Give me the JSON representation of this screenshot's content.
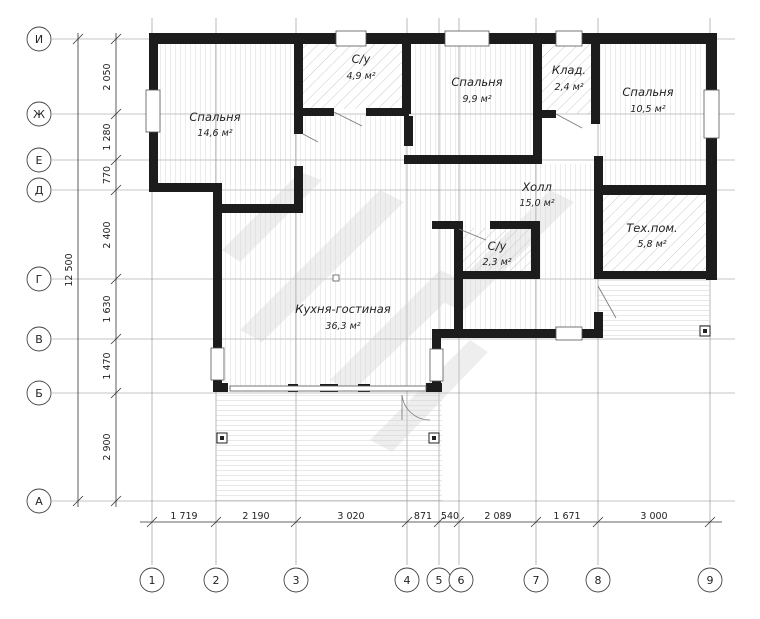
{
  "rooms": [
    {
      "name": "Спальня",
      "area": "14,6 м²"
    },
    {
      "name": "С/у",
      "area": "4,9 м²"
    },
    {
      "name": "Спальня",
      "area": "9,9 м²"
    },
    {
      "name": "Клад.",
      "area": "2,4 м²"
    },
    {
      "name": "Спальня",
      "area": "10,5 м²"
    },
    {
      "name": "Холл",
      "area": "15,0 м²"
    },
    {
      "name": "С/у",
      "area": "2,3 м²"
    },
    {
      "name": "Тех.пом.",
      "area": "5,8 м²"
    },
    {
      "name": "Кухня-гостиная",
      "area": "36,3 м²"
    }
  ],
  "row_axes": [
    "И",
    "Ж",
    "Е",
    "Д",
    "Г",
    "В",
    "Б",
    "А"
  ],
  "col_axes": [
    "1",
    "2",
    "3",
    "4",
    "5",
    "6",
    "7",
    "8",
    "9"
  ],
  "vertical_dims": [
    "2 050",
    "1 280",
    "770",
    "2 400",
    "1 630",
    "1 470",
    "2 900"
  ],
  "overall_dim": "12 500",
  "horizontal_dims": [
    "1 719",
    "2 190",
    "3 020",
    "871",
    "540",
    "2 089",
    "1 671",
    "3 000"
  ]
}
